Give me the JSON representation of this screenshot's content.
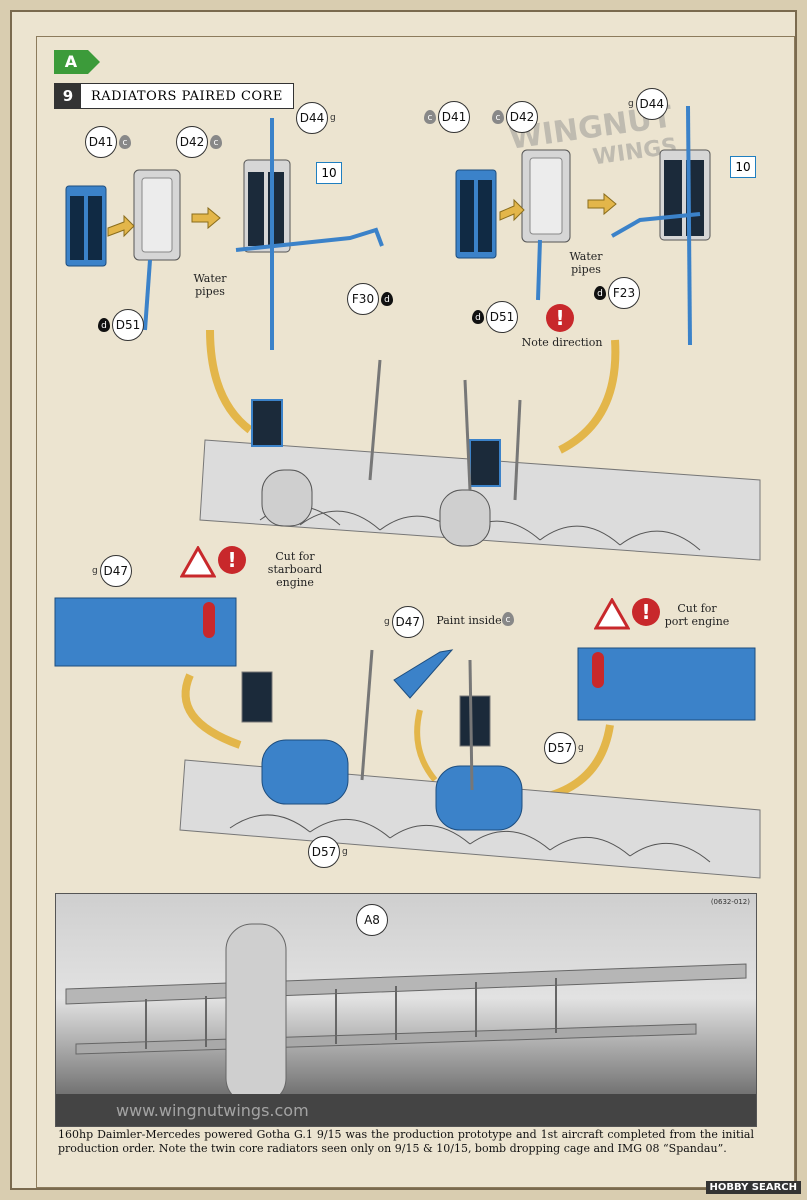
{
  "section_badge": "A",
  "step": {
    "number": "9",
    "title": "RADIATORS PAIRED CORE"
  },
  "watermark": {
    "line1": "WINGNUT",
    "line2": "WINGS"
  },
  "parts_top_left": {
    "d41": "D41",
    "d42": "D42",
    "d44": "D44",
    "d51": "D51",
    "f30": "F30",
    "box": "10",
    "water_pipes": "Water pipes"
  },
  "parts_top_right": {
    "d41": "D41",
    "d42": "D42",
    "d44": "D44",
    "d51": "D51",
    "f23": "F23",
    "box": "10",
    "water_pipes": "Water pipes",
    "note": "Note direction"
  },
  "paint": {
    "c": "c",
    "g": "g",
    "d": "d"
  },
  "lower": {
    "d47_left": "D47",
    "cut_starboard": "Cut for starboard engine",
    "d47_mid": "D47",
    "paint_inside": "Paint inside",
    "cut_port": "Cut for port engine",
    "d57_right": "D57",
    "d57_bottom": "D57"
  },
  "photo": {
    "ref": "(0632-012)",
    "callout": "A8"
  },
  "caption": "160hp Daimler-Mercedes powered Gotha G.1 9/15 was the production prototype and 1st aircraft completed from the initial production order. Note the twin core radiators seen only on 9/15 & 10/15, bomb dropping cage and IMG 08 “Spandau”.",
  "photo_watermark": "www.wingnutwings.com",
  "footer_mark": "HOBBY SEARCH",
  "colors": {
    "blue": "#3b82c9",
    "green": "#3c9b3a",
    "red": "#c8282b",
    "arrow": "#e3b64a"
  }
}
